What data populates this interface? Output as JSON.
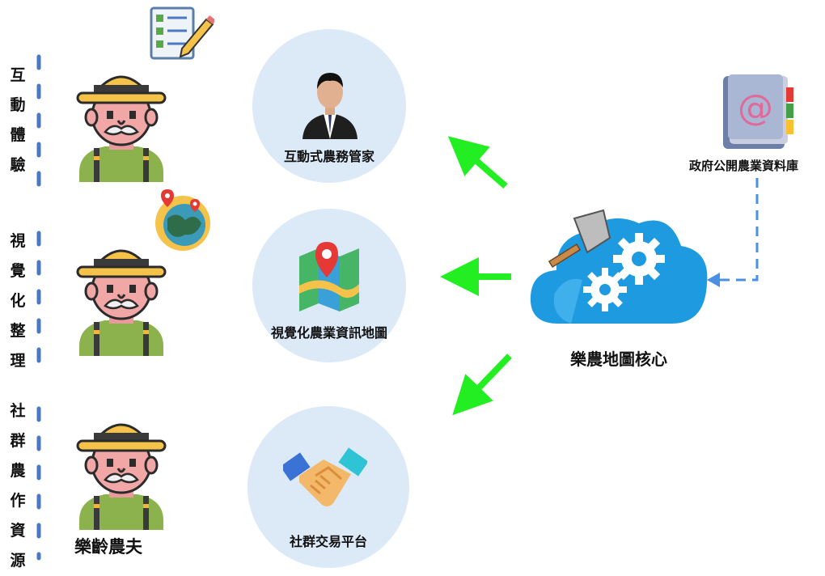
{
  "left_labels": {
    "group1": [
      "互",
      "動",
      "體",
      "驗"
    ],
    "group2": [
      "視",
      "覺",
      "化",
      "整",
      "理"
    ],
    "group3": [
      "社",
      "群",
      "農",
      "作",
      "資",
      "源"
    ]
  },
  "farmer_label": "樂齡農夫",
  "services": {
    "steward": "互動式農務管家",
    "map": "視覺化農業資訊地圖",
    "social": "社群交易平台"
  },
  "core_label": "樂農地圖核心",
  "database_label": "政府公開農業資料庫",
  "colors": {
    "circle_fill": "#dce9f7",
    "dash_blue": "#4a78c2",
    "arrow_green": "#22ee22",
    "cloud_blue": "#1e9be0",
    "db_dashed": "#4a90e2"
  },
  "icons": [
    "checklist-pencil-icon",
    "globe-pins-icon",
    "farmer-icon",
    "businessman-icon",
    "map-pin-icon",
    "handshake-icon",
    "cloud-gears-icon",
    "address-book-icon"
  ]
}
